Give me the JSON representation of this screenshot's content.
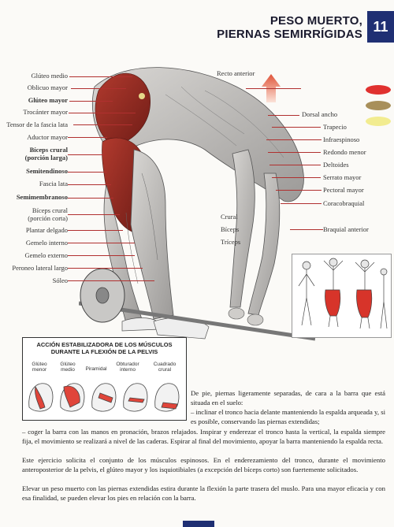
{
  "header": {
    "title_line1": "PESO MUERTO,",
    "title_line2": "PIERNAS SEMIRRÍGIDAS",
    "chapter_number": "11"
  },
  "legend": {
    "colors": [
      "#e0312f",
      "#a88f5a",
      "#f2ec90"
    ]
  },
  "left_labels": [
    {
      "text": "Glúteo medio",
      "bold": false
    },
    {
      "text": "Oblicuo mayor",
      "bold": false
    },
    {
      "text": "Glúteo mayor",
      "bold": true
    },
    {
      "text": "Trocánter mayor",
      "bold": false
    },
    {
      "text": "Tensor de la fascia lata",
      "bold": false
    },
    {
      "text": "Aductor mayor",
      "bold": false
    },
    {
      "text": "Bíceps crural",
      "bold": true
    },
    {
      "text": "(porción larga)",
      "bold": true
    },
    {
      "text": "Semitendinoso",
      "bold": true
    },
    {
      "text": "Fascia lata",
      "bold": false
    },
    {
      "text": "Semimembranoso",
      "bold": true
    },
    {
      "text": "Bíceps crural",
      "bold": false
    },
    {
      "text": "(porción corta)",
      "bold": false
    },
    {
      "text": "Plantar delgado",
      "bold": false
    },
    {
      "text": "Gemelo interno",
      "bold": false
    },
    {
      "text": "Gemelo externo",
      "bold": false
    },
    {
      "text": "Peroneo lateral largo",
      "bold": false
    },
    {
      "text": "Sóleo",
      "bold": false
    }
  ],
  "top_label": "Recto anterior",
  "right_labels": [
    "Dorsal ancho",
    "Trapecio",
    "Infraespinoso",
    "Redondo menor",
    "Deltoides",
    "Serrato mayor",
    "Pectoral mayor",
    "Coracobraquial",
    "Braquial anterior"
  ],
  "arm_labels": [
    "Crural",
    "Bíceps",
    "Tríceps"
  ],
  "pelvis_box": {
    "title_line1": "ACCIÓN ESTABILIZADORA DE LOS MÚSCULOS",
    "title_line2": "DURANTE LA FLEXIÓN DE LA PELVIS",
    "labels": [
      {
        "l1": "Glúteo",
        "l2": "menor"
      },
      {
        "l1": "Glúteo",
        "l2": "medio"
      },
      {
        "l1": "Piramidal",
        "l2": ""
      },
      {
        "l1": "Obturador",
        "l2": "interno"
      },
      {
        "l1": "Cuadrado",
        "l2": "crural"
      }
    ]
  },
  "body": {
    "p1": "De pie, piernas ligeramente separadas, de cara a la barra que está situada en el suelo:",
    "p2": "– inclinar el tronco hacia delante manteniendo la espalda arqueada y, si es posible, conservando las piernas extendidas;",
    "p3": "– coger la barra con las manos en pronación, brazos relajados. Inspirar y enderezar el tronco hasta la vertical, la espalda siempre fija, el movimiento se realizará a nivel de las caderas. Espirar al final del movimiento, apoyar la barra manteniendo la espalda recta.",
    "p4": "Este ejercicio solicita el conjunto de los músculos espinosos. En el enderezamiento del tronco, durante el movimiento anteroposterior de la pelvis, el glúteo mayor y los isquiotibiales (a excepción del bíceps corto) son fuertemente solicitados.",
    "p5": "Elevar un peso muerto con las piernas extendidas estira durante la flexión la parte trasera del muslo. Para una mayor eficacia y con esa finalidad, se pueden elevar los pies en relación con la barra."
  }
}
